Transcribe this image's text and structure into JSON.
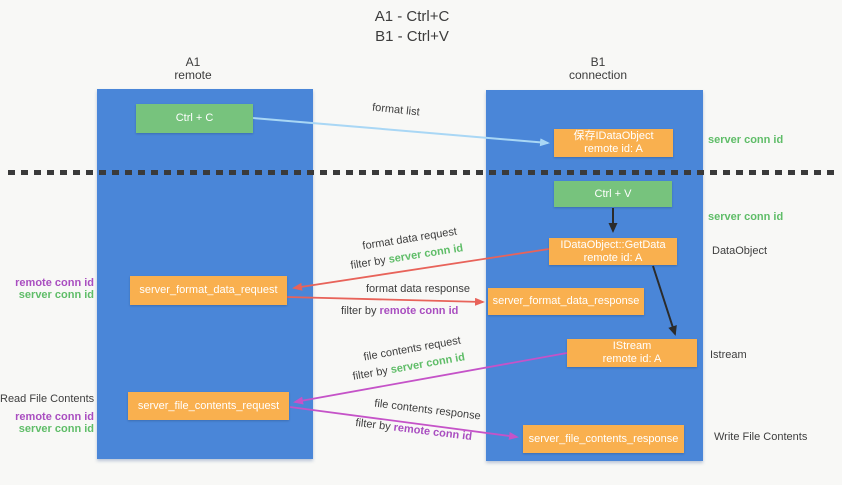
{
  "title": {
    "line1": "A1 - Ctrl+C",
    "line2": "B1 - Ctrl+V"
  },
  "columns": {
    "left": {
      "name": "A1",
      "subtitle": "remote"
    },
    "right": {
      "name": "B1",
      "subtitle": "connection"
    }
  },
  "nodes": {
    "ctrl_c": "Ctrl + C",
    "ctrl_v": "Ctrl + V",
    "save_dataobject": {
      "line1": "保存IDataObject",
      "line2": "remote id: A"
    },
    "getdata": {
      "line1": "IDataObject::GetData",
      "line2": "remote id: A"
    },
    "istream": {
      "line1": "IStream",
      "line2": "remote id: A"
    },
    "format_request": "server_format_data_request",
    "format_response": "server_format_data_response",
    "file_request": "server_file_contents_request",
    "file_response": "server_file_contents_response"
  },
  "arrows": {
    "format_list": {
      "label": "format list"
    },
    "format_data_request": {
      "label": "format data request",
      "filter_prefix": "filter by ",
      "filter_key": "server conn id"
    },
    "format_data_response": {
      "label": "format data response",
      "filter_prefix": "filter by ",
      "filter_key": "remote conn id"
    },
    "file_contents_request": {
      "label": "file contents request",
      "filter_prefix": "filter by ",
      "filter_key": "server conn id"
    },
    "file_contents_response": {
      "label": "file contents response",
      "filter_prefix": "filter by ",
      "filter_key": "remote conn id"
    }
  },
  "side_labels": {
    "left": [
      {
        "text": "remote conn id"
      },
      {
        "text": "server conn id"
      },
      {
        "text": "Read File Contents"
      },
      {
        "text": "remote conn id"
      },
      {
        "text": "server conn id"
      }
    ],
    "right": [
      {
        "text": "server conn id"
      },
      {
        "text": "server conn id"
      },
      {
        "text": "DataObject"
      },
      {
        "text": "Istream"
      },
      {
        "text": "Write File Contents"
      }
    ]
  },
  "colors": {
    "column_blue": "#4a86d8",
    "box_green": "#77c37d",
    "box_orange": "#f9b04f",
    "arrow_lightblue": "#a9d7f5",
    "arrow_black": "#2b2b2b",
    "arrow_red": "#e8635a",
    "arrow_magenta": "#c553c8",
    "text_green": "#5fbd68",
    "text_purple": "#a94ec0",
    "text_dark": "#3e3e3e",
    "background": "#f8f8f6"
  }
}
